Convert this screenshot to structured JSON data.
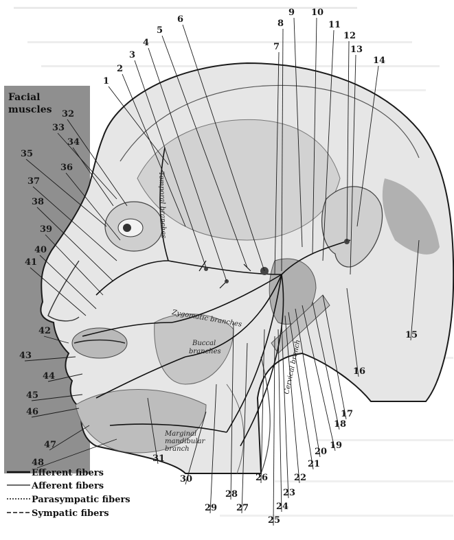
{
  "panel_title_lines": [
    "Facial",
    "muscles"
  ],
  "branch_labels": {
    "temporal": "Temporal branches",
    "zygomatic": "Zygomatic branches",
    "buccal_line1": "Buccal",
    "buccal_line2": "branches",
    "cervical": "Cervical branch",
    "marginal_line1": "Marginal",
    "marginal_line2": "mandibular",
    "marginal_line3": "branch"
  },
  "legend": {
    "efferent": "Efferent fibers",
    "afferent": "Afferent fibers",
    "parasympatic": "Parasympatic fibers",
    "sympatic": "Sympatic fibers"
  },
  "callouts": [
    "1",
    "2",
    "3",
    "4",
    "5",
    "6",
    "7",
    "8",
    "9",
    "10",
    "11",
    "12",
    "13",
    "14",
    "15",
    "16",
    "17",
    "18",
    "19",
    "20",
    "21",
    "22",
    "23",
    "24",
    "25",
    "26",
    "27",
    "28",
    "29",
    "30",
    "31",
    "32",
    "33",
    "34",
    "35",
    "36",
    "37",
    "38",
    "39",
    "40",
    "41",
    "42",
    "43",
    "44",
    "45",
    "46",
    "47",
    "48"
  ],
  "colors": {
    "ink": "#1a1a1a",
    "panel": "#8f8f8f",
    "skin": "#dedede",
    "shade": "#b5b5b5"
  }
}
